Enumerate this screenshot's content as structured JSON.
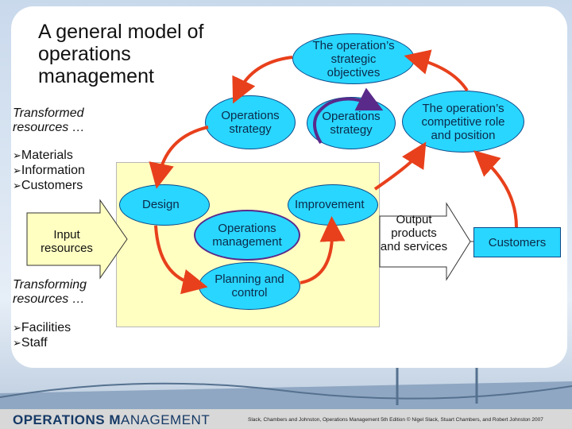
{
  "title": "A general model of operations management",
  "transformed_label": "Transformed resources …",
  "transformed_items": [
    "Materials",
    "Information",
    "Customers"
  ],
  "transforming_label": "Transforming resources …",
  "transforming_items": [
    "Facilities",
    "Staff"
  ],
  "input_resources": "Input resources",
  "output_label": "Output products and services",
  "customers": "Customers",
  "strategic_objectives": "The operation’s strategic objectives",
  "ops_strategy_left": "Operations strategy",
  "ops_strategy_center": "Operations strategy",
  "competitive_role": "The operation’s competitive role and position",
  "design": "Design",
  "improvement": "Improvement",
  "ops_management": "Operations management",
  "planning_control": "Planning and control",
  "footer": {
    "logo_bold": "OPERATIONS M",
    "logo_thin": "ANAGEMENT",
    "credit": "Slack, Chambers and Johnston, Operations Management 5th Edition © Nigel Slack, Stuart Chambers, and Robert Johnston 2007"
  },
  "colors": {
    "ellipse_fill": "#29d6ff",
    "arrow_red": "#e8401c",
    "arrow_purple": "#5a2a8a",
    "panel_yellow": "#ffffc2"
  }
}
